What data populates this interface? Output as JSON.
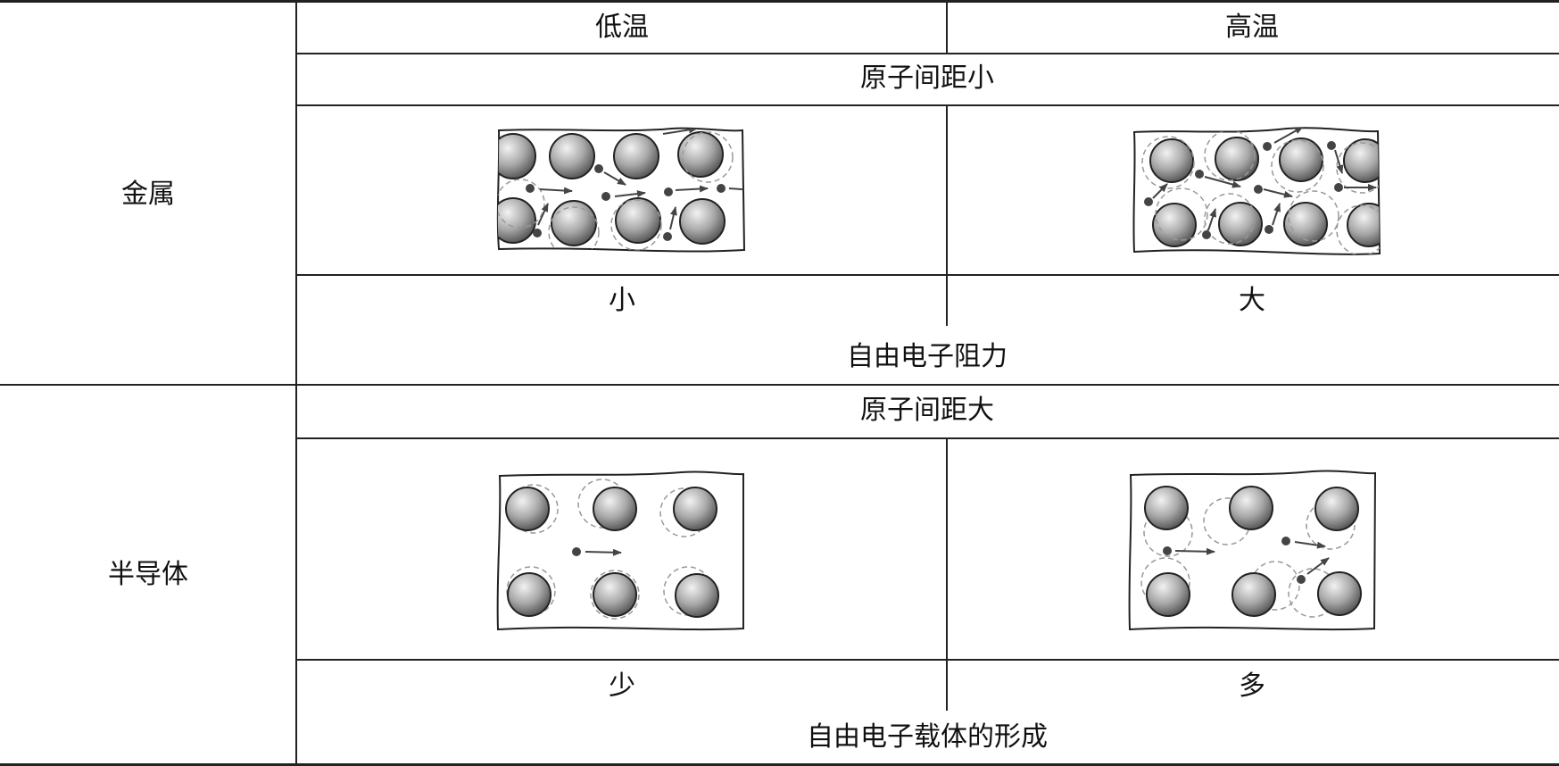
{
  "table": {
    "header": {
      "low_temp": "低温",
      "high_temp": "高温"
    },
    "metal": {
      "row_label": "金属",
      "spacing_note": "原子间距小",
      "low_value": "小",
      "high_value": "大",
      "caption": "自由电子阻力"
    },
    "semiconductor": {
      "row_label": "半导体",
      "spacing_note": "原子间距大",
      "low_value": "少",
      "high_value": "多",
      "caption": "自由电子载体的形成"
    }
  },
  "colors": {
    "line": "#222222",
    "atom_light": "#eeeeee",
    "atom_dark": "#555555",
    "electron": "#444444",
    "dashed": "#999999"
  }
}
